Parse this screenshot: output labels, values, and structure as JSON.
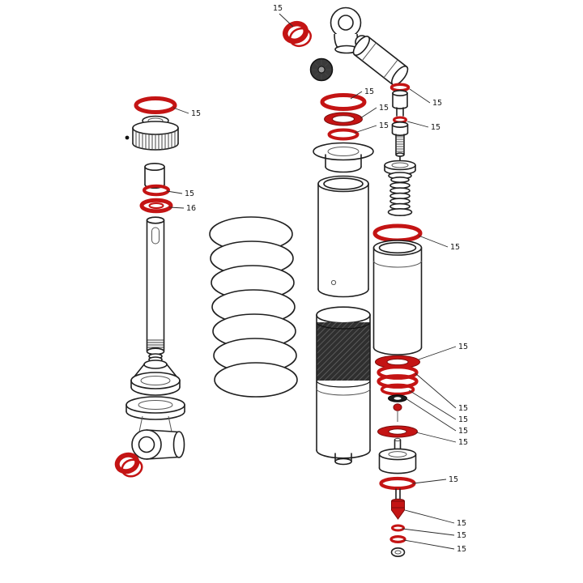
{
  "colors": {
    "accent": "#c41414",
    "accent-dark": "#7a0b0b",
    "line": "#1f1f1f",
    "background": "#ffffff",
    "thread": "#2f2f2f"
  },
  "callouts": [
    {
      "label": "15",
      "part": "upper-eyelet-bushing"
    },
    {
      "label": "15",
      "part": "seal-head-oring-top"
    },
    {
      "label": "15",
      "part": "seal-head-glide-ring"
    },
    {
      "label": "15",
      "part": "seal-head-oring-small"
    },
    {
      "label": "15",
      "part": "reservoir-valve-oring-top"
    },
    {
      "label": "15",
      "part": "reservoir-valve-oring-lower"
    },
    {
      "label": "15",
      "part": "preload-collar-oring"
    },
    {
      "label": "15",
      "part": "shaft-seal"
    },
    {
      "label": "16",
      "part": "shaft-wiper"
    },
    {
      "label": "15",
      "part": "reservoir-body-oring"
    },
    {
      "label": "15",
      "part": "lower-seal-washer-top"
    },
    {
      "label": "15",
      "part": "lower-seal-ring-1"
    },
    {
      "label": "15",
      "part": "lower-seal-ring-2"
    },
    {
      "label": "15",
      "part": "lower-seal-dark-ring"
    },
    {
      "label": "15",
      "part": "lower-seal-washer-bottom"
    },
    {
      "label": "15",
      "part": "rebound-piston-oring"
    },
    {
      "label": "15",
      "part": "rebound-valve-core"
    },
    {
      "label": "15",
      "part": "rebound-valve-oring"
    },
    {
      "label": "15",
      "part": "rebound-valve-ring"
    }
  ]
}
